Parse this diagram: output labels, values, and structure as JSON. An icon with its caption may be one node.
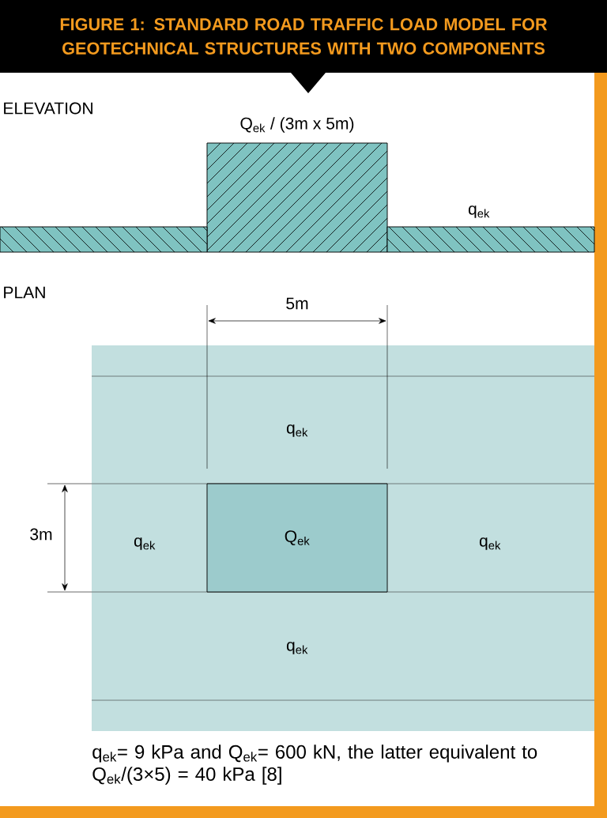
{
  "diagram": {
    "title": "FIGURE 1: STANDARD ROAD TRAFFIC LOAD MODEL FOR GEOTECHNICAL STRUCTURES WITH TWO COMPONENTS",
    "caption": "q$_{ek}$= 9 kPa and Q$_{ek}$= 600 kN, the latter equivalent to Q$_{ek}$/(3×5) = 40 kPa [8]",
    "nodes": [
      {
        "text": [
          "Q$_{ek}$ / (3m x 5m)"
        ]
      },
      {
        "text": [],
        "shape": "bar"
      },
      {
        "text": [
          "q$_{ek}$"
        ]
      },
      {
        "text": [
          "Q$_{ek}$"
        ]
      }
    ],
    "labels": [
      "ELEVATION",
      "PLAN",
      "5m",
      "q$_{ek}$",
      "3m",
      "q$_{ek}$",
      "q$_{ek}$",
      "q$_{ek}$"
    ]
  }
}
